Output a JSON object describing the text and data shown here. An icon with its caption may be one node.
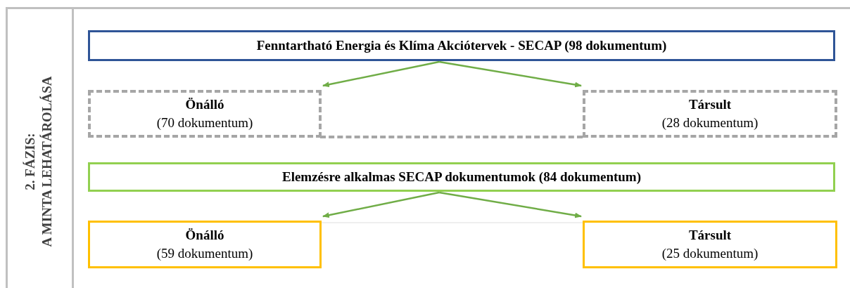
{
  "diagram": {
    "nodes": [
      {
        "text": [
          "Fenntartható Energia és Klíma Akciótervek - SECAP (98 dokumentum)"
        ]
      },
      {
        "text": [
          "Önálló",
          "(70 dokumentum)"
        ]
      },
      {
        "text": [
          "Társult",
          "(28 dokumentum)"
        ]
      },
      {
        "text": [
          "Elemzésre alkalmas SECAP dokumentumok (84 dokumentum)"
        ]
      },
      {
        "text": [
          "Önálló",
          "(59 dokumentum)"
        ]
      },
      {
        "text": [
          "Társult",
          "(25 dokumentum)"
        ]
      }
    ],
    "edges": [
      {
        "from": 0,
        "to": 1,
        "arrow": "to"
      },
      {
        "from": 0,
        "to": 2,
        "arrow": "to"
      },
      {
        "from": 3,
        "to": 4,
        "arrow": "to"
      },
      {
        "from": 3,
        "to": 5,
        "arrow": "to"
      }
    ],
    "labels": [
      "2. FÁZIS:",
      "A MINTA LEHATÁROLÁSA"
    ]
  }
}
